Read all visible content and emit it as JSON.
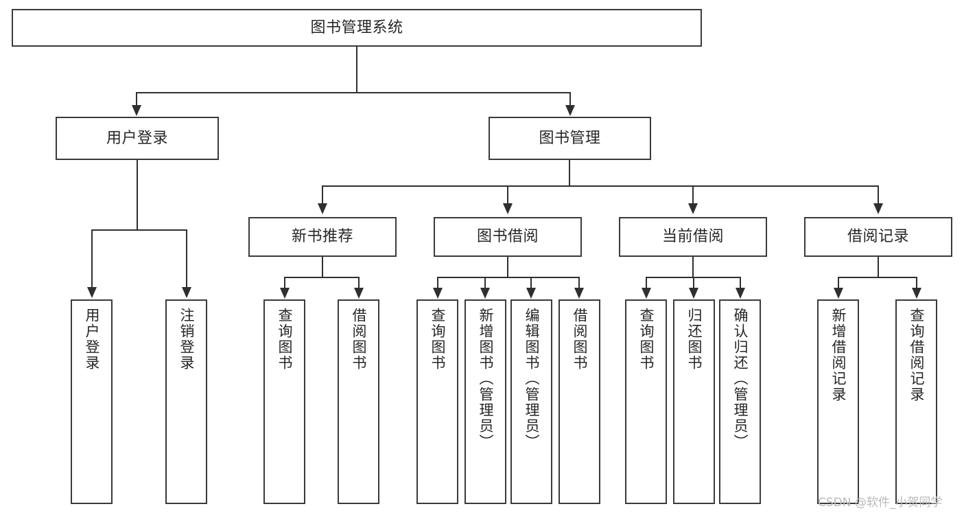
{
  "diagram": {
    "title": "图书管理系统",
    "type": "tree-hierarchy",
    "orientation": "top-down",
    "colors": {
      "box_border": "#3a3a3a",
      "box_fill": "#ffffff",
      "connector": "#2f2f2f",
      "text": "#262626",
      "watermark": "#b9b9b9",
      "background": "#ffffff"
    }
  },
  "root": {
    "label": "图书管理系统"
  },
  "level2": [
    {
      "id": "user-login",
      "label": "用户登录"
    },
    {
      "id": "book-management",
      "label": "图书管理"
    }
  ],
  "level3": [
    {
      "id": "new-book-recommend",
      "label": "新书推荐"
    },
    {
      "id": "book-borrow",
      "label": "图书借阅"
    },
    {
      "id": "current-borrow",
      "label": "当前借阅"
    },
    {
      "id": "borrow-record",
      "label": "借阅记录"
    }
  ],
  "leaves": {
    "user_login": [
      {
        "id": "leaf-user-login",
        "label": "用户登录"
      },
      {
        "id": "leaf-logout-login",
        "label": "注销登录"
      }
    ],
    "new_book_recommend": [
      {
        "id": "leaf-query-book-1",
        "label": "查询图书"
      },
      {
        "id": "leaf-borrow-book-1",
        "label": "借阅图书"
      }
    ],
    "book_borrow": [
      {
        "id": "leaf-query-book-2",
        "label": "查询图书"
      },
      {
        "id": "leaf-add-book",
        "label": "新增图书（管理员）"
      },
      {
        "id": "leaf-edit-book",
        "label": "编辑图书（管理员）"
      },
      {
        "id": "leaf-borrow-book-2",
        "label": "借阅图书"
      }
    ],
    "current_borrow": [
      {
        "id": "leaf-query-book-3",
        "label": "查询图书"
      },
      {
        "id": "leaf-return-book",
        "label": "归还图书"
      },
      {
        "id": "leaf-confirm-return",
        "label": "确认归还（管理员）"
      }
    ],
    "borrow_record": [
      {
        "id": "leaf-add-record",
        "label": "新增借阅记录"
      },
      {
        "id": "leaf-query-record",
        "label": "查询借阅记录"
      }
    ]
  },
  "watermark": {
    "text": "CSDN @软件_小贺同学"
  }
}
